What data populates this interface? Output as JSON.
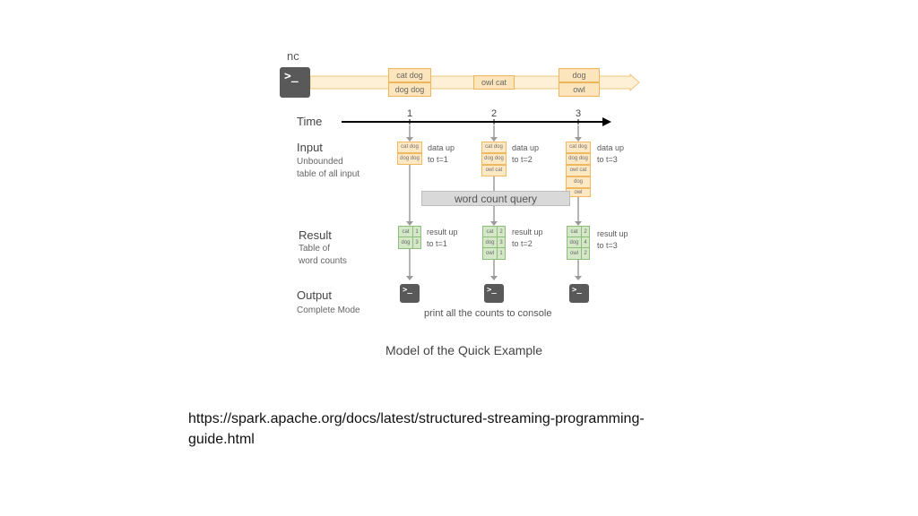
{
  "source_label": "nc",
  "stream_batches": [
    [
      "cat dog",
      "dog dog"
    ],
    [
      "owl cat"
    ],
    [
      "dog",
      "owl"
    ]
  ],
  "time": {
    "label": "Time",
    "ticks": [
      "1",
      "2",
      "3"
    ]
  },
  "input": {
    "title": "Input",
    "subtitle_line1": "Unbounded",
    "subtitle_line2": "table of all input",
    "tables": [
      [
        "cat dog",
        "dog dog"
      ],
      [
        "cat dog",
        "dog dog",
        "owl cat"
      ],
      [
        "cat dog",
        "dog dog",
        "owl cat",
        "dog",
        "owl"
      ]
    ],
    "notes": [
      [
        "data up",
        "to t=1"
      ],
      [
        "data up",
        "to t=2"
      ],
      [
        "data up",
        "to t=3"
      ]
    ]
  },
  "query_label": "word count query",
  "result": {
    "title": "Result",
    "subtitle_line1": "Table of",
    "subtitle_line2": "word counts",
    "tables": [
      [
        [
          "cat",
          "1"
        ],
        [
          "dog",
          "3"
        ]
      ],
      [
        [
          "cat",
          "2"
        ],
        [
          "dog",
          "3"
        ],
        [
          "owl",
          "1"
        ]
      ],
      [
        [
          "cat",
          "2"
        ],
        [
          "dog",
          "4"
        ],
        [
          "owl",
          "2"
        ]
      ]
    ],
    "notes": [
      [
        "result up",
        "to t=1"
      ],
      [
        "result up",
        "to t=2"
      ],
      [
        "result up",
        "to t=3"
      ]
    ]
  },
  "output": {
    "title": "Output",
    "subtitle": "Complete Mode",
    "caption": "print all the counts to console"
  },
  "caption": "Model of the Quick Example",
  "terminal_glyph": ">_",
  "url": "https://spark.apache.org/docs/latest/structured-streaming-programming-guide.html",
  "colors": {
    "input_fill": "#fde8c4",
    "input_border": "#f0b860",
    "result_fill": "#d4e8c8",
    "result_border": "#8dbd7c",
    "arrow": "#9a9a9a",
    "terminal": "#595959"
  }
}
